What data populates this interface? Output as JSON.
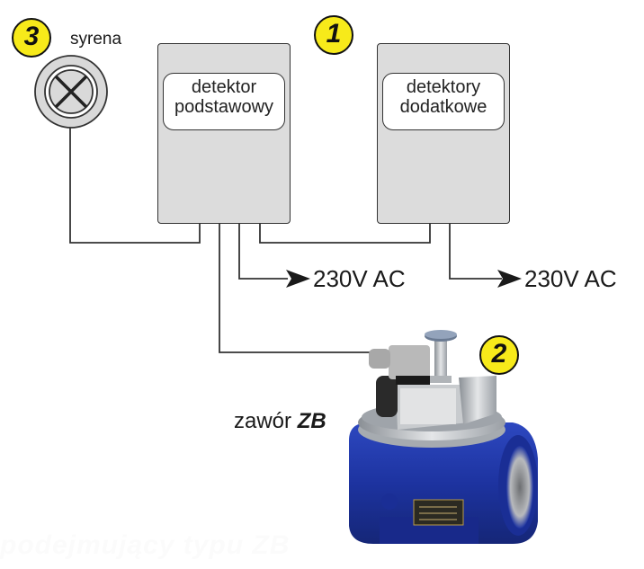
{
  "diagram": {
    "badges": [
      {
        "id": "1",
        "label": "1"
      },
      {
        "id": "2",
        "label": "2"
      },
      {
        "id": "3",
        "label": "3"
      }
    ],
    "siren": {
      "label": "syrena",
      "icon": "siren-cross-icon"
    },
    "main_detector": {
      "line1": "detektor",
      "line2": "podstawowy"
    },
    "additional_detectors": {
      "line1": "detektory",
      "line2": "dodatkowe"
    },
    "power_outputs": [
      {
        "label": "230V AC"
      },
      {
        "label": "230V AC"
      }
    ],
    "valve": {
      "label_prefix": "zawór ",
      "label_bold": "ZB"
    },
    "watermark": "podejmujący typu ZB",
    "colors": {
      "badge_fill": "#f7ea1a",
      "box_fill": "#dcdcdc",
      "valve_body": "#1f3aa8",
      "line": "#333333"
    }
  }
}
